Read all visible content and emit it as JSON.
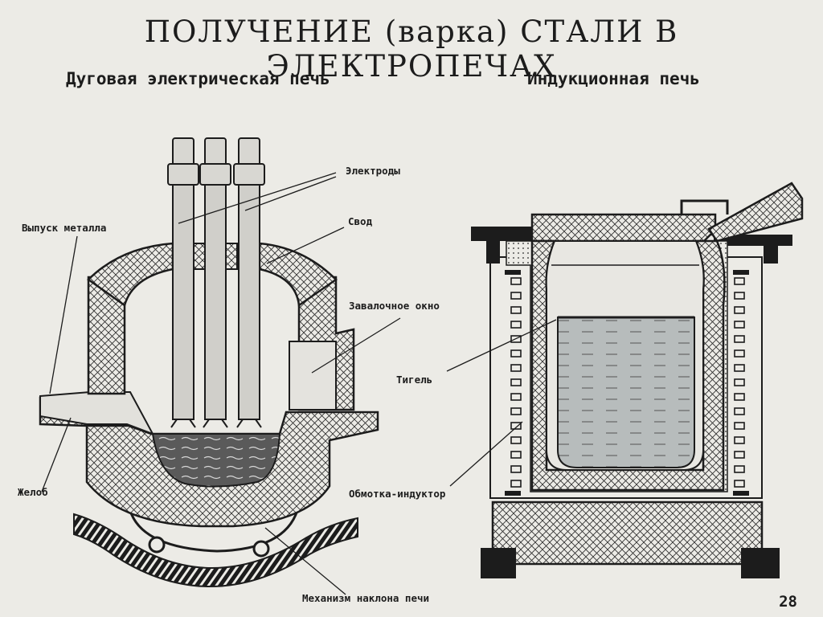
{
  "title": "ПОЛУЧЕНИЕ (варка) СТАЛИ В ЭЛЕКТРОПЕЧАХ",
  "arc_furnace": {
    "subtitle": "Дуговая электрическая печь",
    "labels": {
      "electrodes": "Электроды",
      "roof": "Свод",
      "metal_outlet": "Выпуск металла",
      "charging_window": "Завалочное окно",
      "chute": "Желоб",
      "tilt_mechanism": "Механизм наклона печи"
    }
  },
  "induction_furnace": {
    "subtitle": "Индукционная печь",
    "labels": {
      "crucible": "Тигель",
      "inductor_coil": "Обмотка-индуктор"
    }
  },
  "page_number": "28",
  "colors": {
    "background": "#ecebe6",
    "ink": "#1c1c1c",
    "melt": "#5a5a5a",
    "liquid": "#b7bcbc"
  }
}
